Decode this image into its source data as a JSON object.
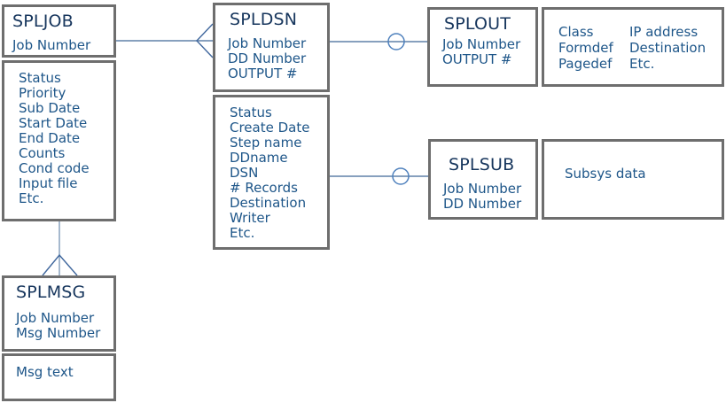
{
  "theme": {
    "border_gray": "#6e6e6e",
    "title_color": "#17365d",
    "text_color": "#1e5689",
    "line_color": "#7693b4",
    "symbol_color": "#41689e",
    "circle_color": "#4f81bd",
    "bg": "#ffffff"
  },
  "entities": {
    "spljob": {
      "title": "SPLJOB",
      "keys": [
        "Job Number"
      ],
      "attributes": [
        "Status",
        "Priority",
        "Sub Date",
        "Start Date",
        "End Date",
        "Counts",
        "Cond code",
        "Input file",
        "Etc."
      ]
    },
    "spldsn": {
      "title": "SPLDSN",
      "keys": [
        "Job Number",
        "DD Number",
        "OUTPUT #"
      ],
      "attributes": [
        "Status",
        "Create Date",
        "Step name",
        "DDname",
        "DSN",
        "# Records",
        "Destination",
        "Writer",
        "Etc."
      ]
    },
    "splout": {
      "title": "SPLOUT",
      "keys": [
        "Job Number",
        "OUTPUT #"
      ],
      "attributes_col1": [
        "Class",
        "Formdef",
        "Pagedef"
      ],
      "attributes_col2": [
        "IP address",
        "Destination",
        "Etc."
      ]
    },
    "splsub": {
      "title": "SPLSUB",
      "keys": [
        "Job Number",
        "DD Number"
      ],
      "attributes": [
        "Subsys data"
      ]
    },
    "splmsg": {
      "title": "SPLMSG",
      "keys": [
        "Job Number",
        "Msg Number"
      ],
      "attributes": [
        "Msg text"
      ]
    }
  },
  "relationships": [
    {
      "from": "SPLJOB",
      "to": "SPLDSN",
      "symbol_at_to": "crow-foot"
    },
    {
      "from": "SPLDSN",
      "to": "SPLOUT",
      "symbol_on_line": "circle"
    },
    {
      "from": "SPLDSN",
      "to": "SPLSUB",
      "symbol_on_line": "circle"
    },
    {
      "from": "SPLJOB",
      "to": "SPLMSG",
      "symbol_at_to": "crow-foot"
    }
  ]
}
